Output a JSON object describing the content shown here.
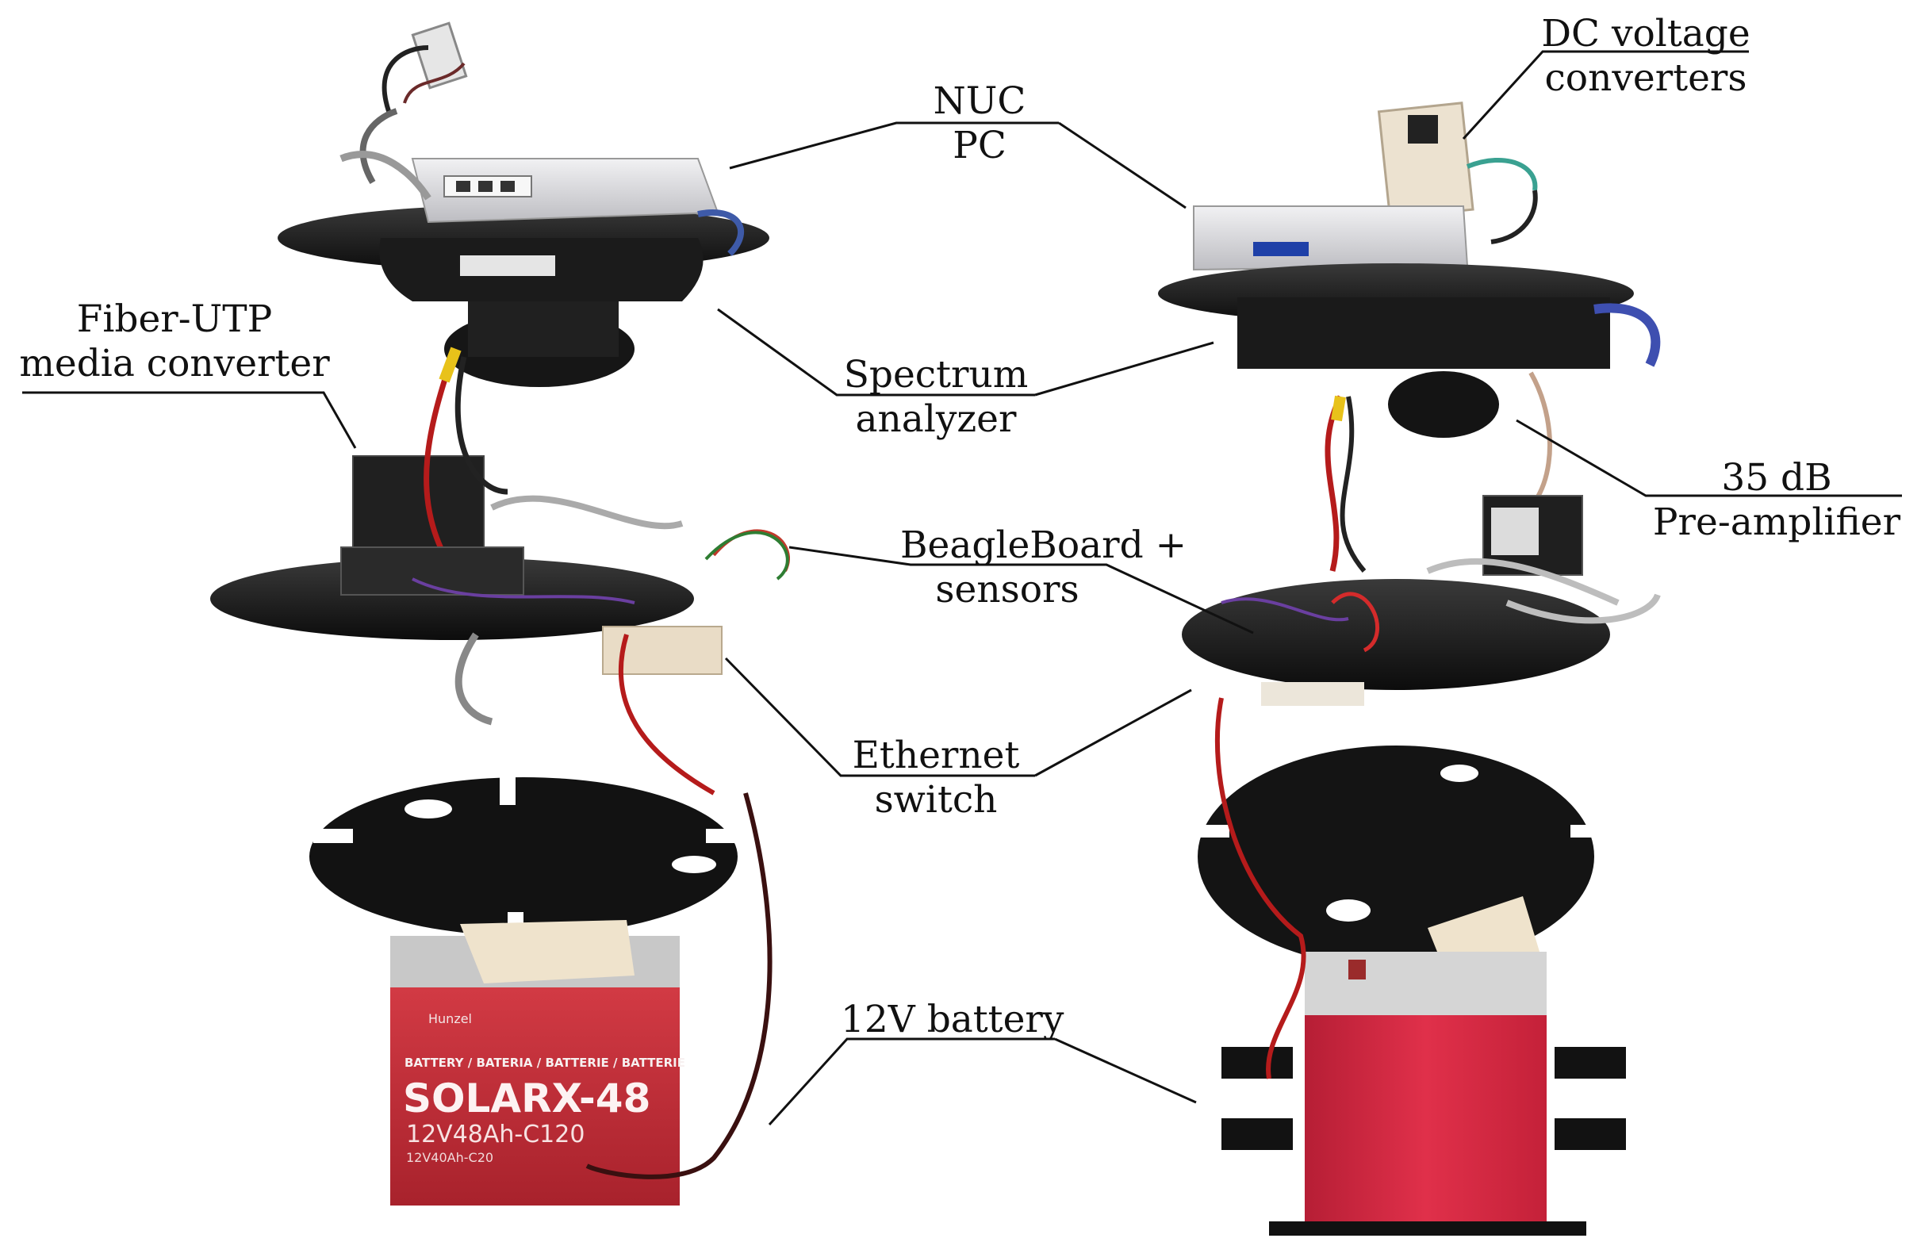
{
  "labels": {
    "nuc": [
      "NUC",
      "PC"
    ],
    "dc": [
      "DC voltage",
      "converters"
    ],
    "fiber": [
      "Fiber-UTP",
      "media converter"
    ],
    "spectrum": [
      "Spectrum",
      "analyzer"
    ],
    "preamp": [
      "35 dB",
      "Pre-amplifier"
    ],
    "beagle": [
      "BeagleBoard +",
      "sensors"
    ],
    "ethernet": [
      "Ethernet",
      "switch"
    ],
    "battery": [
      "12V battery"
    ]
  },
  "battery": {
    "brand": "Hunzel",
    "category": "BATTERY / BATERIA / BATTERIE / BATTERIE",
    "model": "SOLARX-48",
    "rating": "12V48Ah-C120",
    "rating2": "12V40Ah-C20"
  },
  "colors": {
    "battery_red": "#c9303a",
    "battery_red_right": "#d9283f",
    "plate": "#141414",
    "nuc_silver": "#d8d8da",
    "wire_red": "#b51b1b"
  }
}
